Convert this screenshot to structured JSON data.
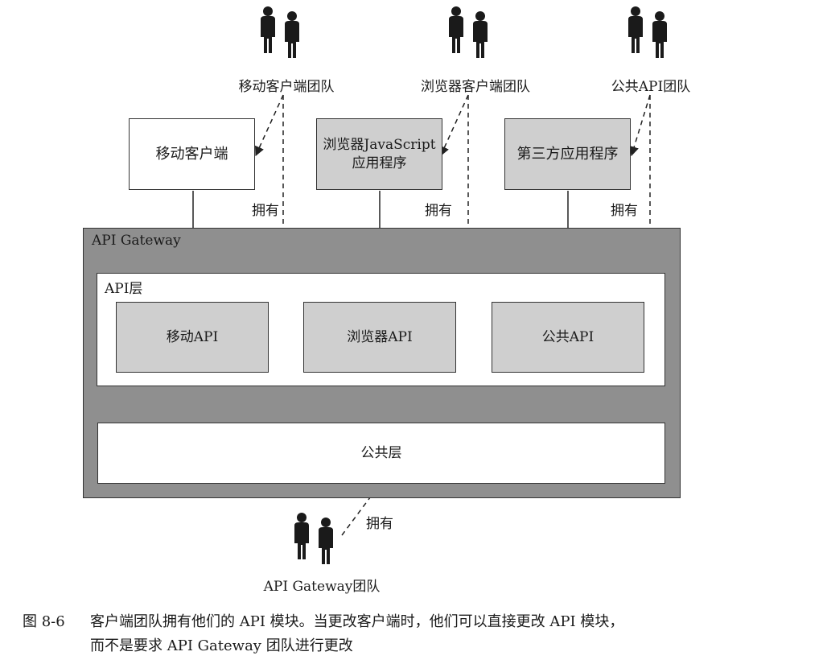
{
  "teams": {
    "mobile": "移动客户端团队",
    "browser": "浏览器客户端团队",
    "public": "公共API团队",
    "gateway": "API Gateway团队"
  },
  "clients": {
    "mobile": "移动客户端",
    "browser": "浏览器JavaScript\n应用程序",
    "third_party": "第三方应用程序"
  },
  "owns_label": "拥有",
  "gateway": {
    "title": "API Gateway",
    "api_layer": "API层",
    "modules": [
      "移动API",
      "浏览器API",
      "公共API"
    ],
    "common_layer": "公共层"
  },
  "caption": {
    "number": "图 8-6",
    "line1": "客户端团队拥有他们的 API 模块。当更改客户端时，他们可以直接更改 API 模块，",
    "line2": "而不是要求 API Gateway 团队进行更改"
  },
  "colors": {
    "gateway_fill": "#8f8f8f",
    "module_fill": "#cfcfcf",
    "stroke": "#333333"
  },
  "icons": [
    "person-pair-icon"
  ]
}
